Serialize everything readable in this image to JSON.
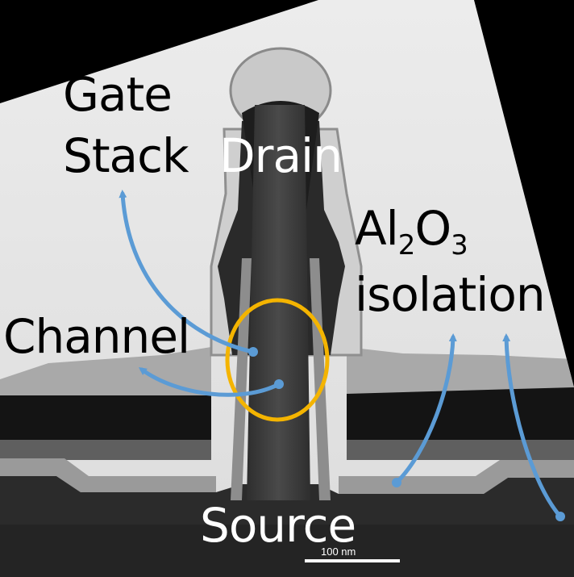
{
  "labels": {
    "gate_line1": "Gate",
    "gate_line2": "Stack",
    "drain": "Drain",
    "channel": "Channel",
    "al": "Al",
    "al_sub": "2",
    "o": "O",
    "o_sub": "3",
    "isolation": "isolation",
    "source": "Source"
  },
  "scale_bar": {
    "label": "100 nm"
  },
  "colors": {
    "arrow": "#5b9bd5",
    "channel_ring": "#f4b400",
    "label_dark": "#000000",
    "label_light": "#ffffff"
  }
}
